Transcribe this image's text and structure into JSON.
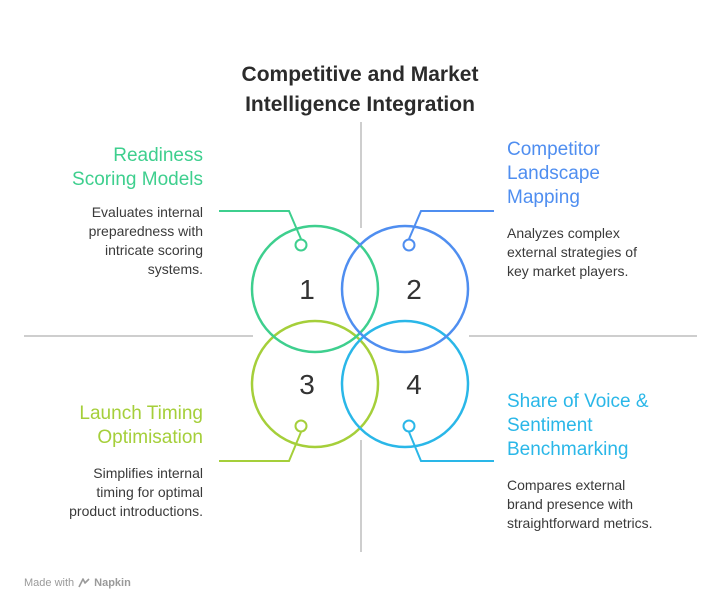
{
  "title_lines": [
    "Competitive and Market",
    "Intelligence Integration"
  ],
  "colors": {
    "q1": "#3ecf8e",
    "q2": "#4f8ef0",
    "q3": "#a5cf3a",
    "q4": "#2ab7e8",
    "axis": "#bdbdbd"
  },
  "quadrants": [
    {
      "number": "1",
      "heading": [
        "Readiness",
        "Scoring Models"
      ],
      "description": [
        "Evaluates internal",
        "preparedness with",
        "intricate scoring",
        "systems."
      ]
    },
    {
      "number": "2",
      "heading": [
        "Competitor",
        "Landscape",
        "Mapping"
      ],
      "description": [
        "Analyzes complex",
        "external strategies of",
        "key market players."
      ]
    },
    {
      "number": "3",
      "heading": [
        "Launch Timing",
        "Optimisation"
      ],
      "description": [
        "Simplifies internal",
        "timing for optimal",
        "product introductions."
      ]
    },
    {
      "number": "4",
      "heading": [
        "Share of Voice &",
        "Sentiment",
        "Benchmarking"
      ],
      "description": [
        "Compares external",
        "brand presence with",
        "straightforward metrics."
      ]
    }
  ],
  "footer": {
    "prefix": "Made with",
    "brand": "Napkin",
    "icon": "napkin-logo-icon"
  }
}
